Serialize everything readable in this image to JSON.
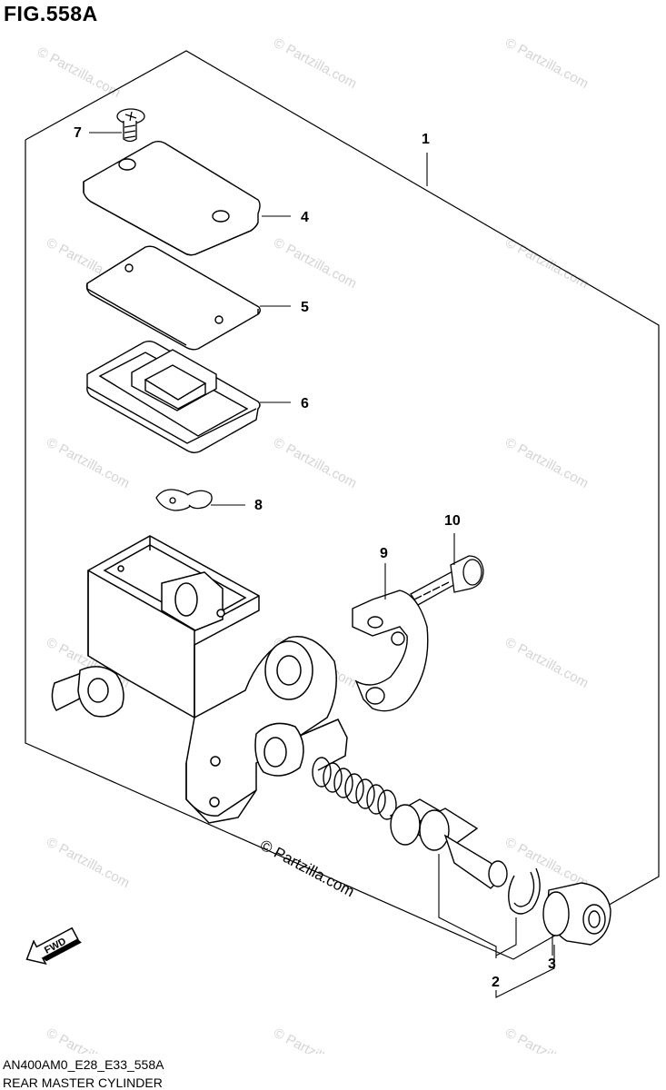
{
  "figure": {
    "title": "FIG.558A",
    "code": "AN400AM0_E28_E33_558A",
    "name": "REAR MASTER CYLINDER"
  },
  "callouts": [
    {
      "id": "part-1",
      "label": "1"
    },
    {
      "id": "part-2",
      "label": "2"
    },
    {
      "id": "part-3",
      "label": "3"
    },
    {
      "id": "part-4",
      "label": "4"
    },
    {
      "id": "part-5",
      "label": "5"
    },
    {
      "id": "part-6",
      "label": "6"
    },
    {
      "id": "part-7",
      "label": "7"
    },
    {
      "id": "part-8",
      "label": "8"
    },
    {
      "id": "part-9",
      "label": "9"
    },
    {
      "id": "part-10",
      "label": "10"
    }
  ],
  "direction_label": "FWD",
  "watermark": "© Partzilla.com",
  "colors": {
    "line": "#000000",
    "watermark": "#d4d4d4"
  }
}
